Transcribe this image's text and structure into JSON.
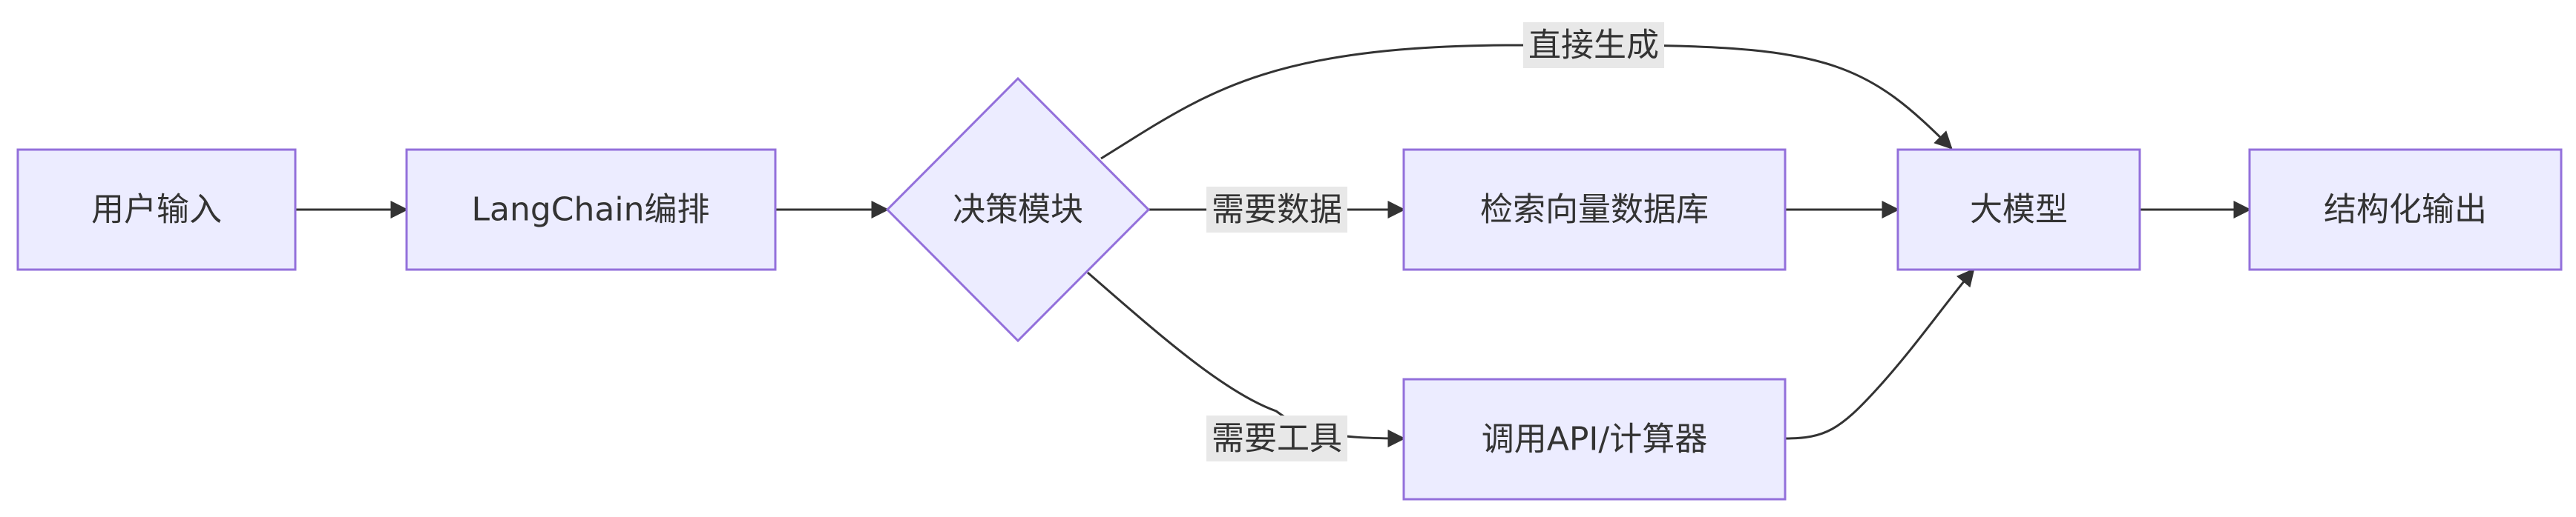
{
  "nodes": {
    "user_input": "用户输入",
    "langchain": "LangChain编排",
    "decision": "决策模块",
    "vector_db": "检索向量数据库",
    "call_api": "调用API/计算器",
    "llm": "大模型",
    "output": "结构化输出"
  },
  "edge_labels": {
    "direct": "直接生成",
    "need_data": "需要数据",
    "need_tool": "需要工具"
  },
  "colors": {
    "node_fill": "#ECECFF",
    "node_stroke": "#9370DB",
    "edge": "#333333",
    "label_bg": "#e8e8e8"
  }
}
